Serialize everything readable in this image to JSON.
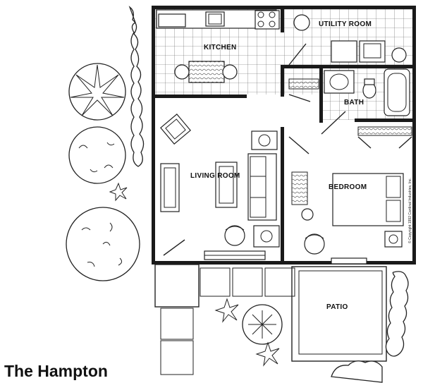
{
  "plan": {
    "name": "The Hampton",
    "rooms": {
      "kitchen": "KITCHEN",
      "utility": "UTILITY ROOM",
      "bath": "BATH",
      "living": "LIVING ROOM",
      "bedroom": "BEDROOM",
      "patio": "PATIO"
    },
    "copyright": "© Copyright 1992  Cardinal Industries, Inc."
  }
}
